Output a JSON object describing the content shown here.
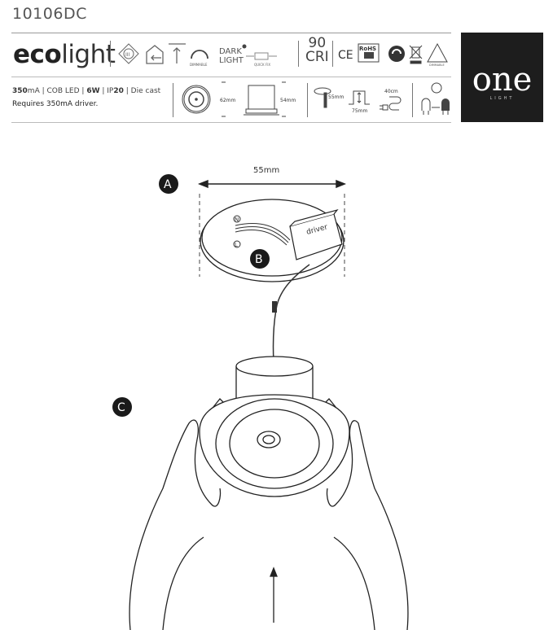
{
  "header": {
    "product_code": "10106DC"
  },
  "eco_row": {
    "logo_bold": "eco",
    "logo_light": "light",
    "dimmable_label": "DIMMABLE",
    "dark_light": [
      "DARK",
      "LIGHT"
    ],
    "quick_fix_label": "QUICK FIX",
    "cri_value": "90",
    "cri_label": "CRI",
    "ce_mark": "CE",
    "rohs_label": "RoHS",
    "class_label": "III",
    "dimmable_small": "DIMMABLE"
  },
  "spec_row": {
    "current": "350",
    "current_unit": "mA",
    "led": "COB LED",
    "power": "6W",
    "ip_prefix": "IP",
    "ip_value": "20",
    "material": "Die cast",
    "requirement": "Requires 350mA driver.",
    "diameter": "62mm",
    "height": "54mm",
    "cutout": "55mm",
    "recess_depth": "75mm",
    "cable_length": "40cm"
  },
  "brand": {
    "name": "one",
    "sub": "LIGHT"
  },
  "illustration": {
    "label_a": "A",
    "label_b": "B",
    "label_c": "C",
    "cutout_dimension": "55mm",
    "driver_label": "driver",
    "neutral_label": "N",
    "live_label": "L"
  }
}
